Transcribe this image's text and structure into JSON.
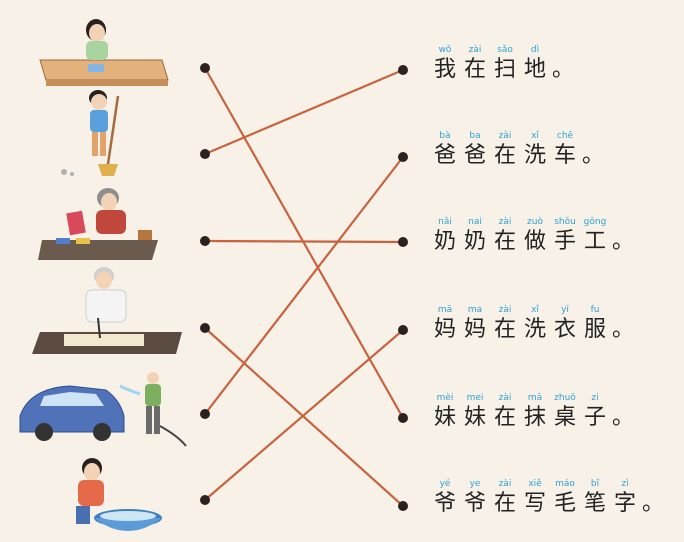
{
  "pictures": [
    {
      "icon": "girl-wiping-table-picture"
    },
    {
      "icon": "boy-sweeping-floor-picture"
    },
    {
      "icon": "grandma-doing-handicraft-picture"
    },
    {
      "icon": "grandpa-calligraphy-picture"
    },
    {
      "icon": "man-washing-car-picture"
    },
    {
      "icon": "mother-washing-clothes-picture"
    }
  ],
  "sentences": [
    {
      "chars": [
        {
          "py": "wǒ",
          "hz": "我"
        },
        {
          "py": "zài",
          "hz": "在"
        },
        {
          "py": "sǎo",
          "hz": "扫"
        },
        {
          "py": "dì",
          "hz": "地"
        }
      ],
      "punct": "。"
    },
    {
      "chars": [
        {
          "py": "bà",
          "hz": "爸"
        },
        {
          "py": "ba",
          "hz": "爸"
        },
        {
          "py": "zài",
          "hz": "在"
        },
        {
          "py": "xǐ",
          "hz": "洗"
        },
        {
          "py": "chē",
          "hz": "车"
        }
      ],
      "punct": "。"
    },
    {
      "chars": [
        {
          "py": "nǎi",
          "hz": "奶"
        },
        {
          "py": "nai",
          "hz": "奶"
        },
        {
          "py": "zài",
          "hz": "在"
        },
        {
          "py": "zuò",
          "hz": "做"
        },
        {
          "py": "shǒu",
          "hz": "手"
        },
        {
          "py": "gōng",
          "hz": "工"
        }
      ],
      "punct": "。"
    },
    {
      "chars": [
        {
          "py": "mā",
          "hz": "妈"
        },
        {
          "py": "ma",
          "hz": "妈"
        },
        {
          "py": "zài",
          "hz": "在"
        },
        {
          "py": "xǐ",
          "hz": "洗"
        },
        {
          "py": "yī",
          "hz": "衣"
        },
        {
          "py": "fu",
          "hz": "服"
        }
      ],
      "punct": "。"
    },
    {
      "chars": [
        {
          "py": "mèi",
          "hz": "妹"
        },
        {
          "py": "mei",
          "hz": "妹"
        },
        {
          "py": "zài",
          "hz": "在"
        },
        {
          "py": "mā",
          "hz": "抹"
        },
        {
          "py": "zhuō",
          "hz": "桌"
        },
        {
          "py": "zi",
          "hz": "子"
        }
      ],
      "punct": "。"
    },
    {
      "chars": [
        {
          "py": "yé",
          "hz": "爷"
        },
        {
          "py": "ye",
          "hz": "爷"
        },
        {
          "py": "zài",
          "hz": "在"
        },
        {
          "py": "xiě",
          "hz": "写"
        },
        {
          "py": "máo",
          "hz": "毛"
        },
        {
          "py": "bǐ",
          "hz": "笔"
        },
        {
          "py": "zì",
          "hz": "字"
        }
      ],
      "punct": "。"
    }
  ],
  "matches": [
    {
      "picture": 1,
      "sentence": 5
    },
    {
      "picture": 2,
      "sentence": 1
    },
    {
      "picture": 3,
      "sentence": 3
    },
    {
      "picture": 4,
      "sentence": 6
    },
    {
      "picture": 5,
      "sentence": 2
    },
    {
      "picture": 6,
      "sentence": 4
    }
  ],
  "colors": {
    "line": "#c8633e",
    "pinyin": "#2ea3d8",
    "dot": "#2b2220",
    "background": "#f7f1e8"
  }
}
